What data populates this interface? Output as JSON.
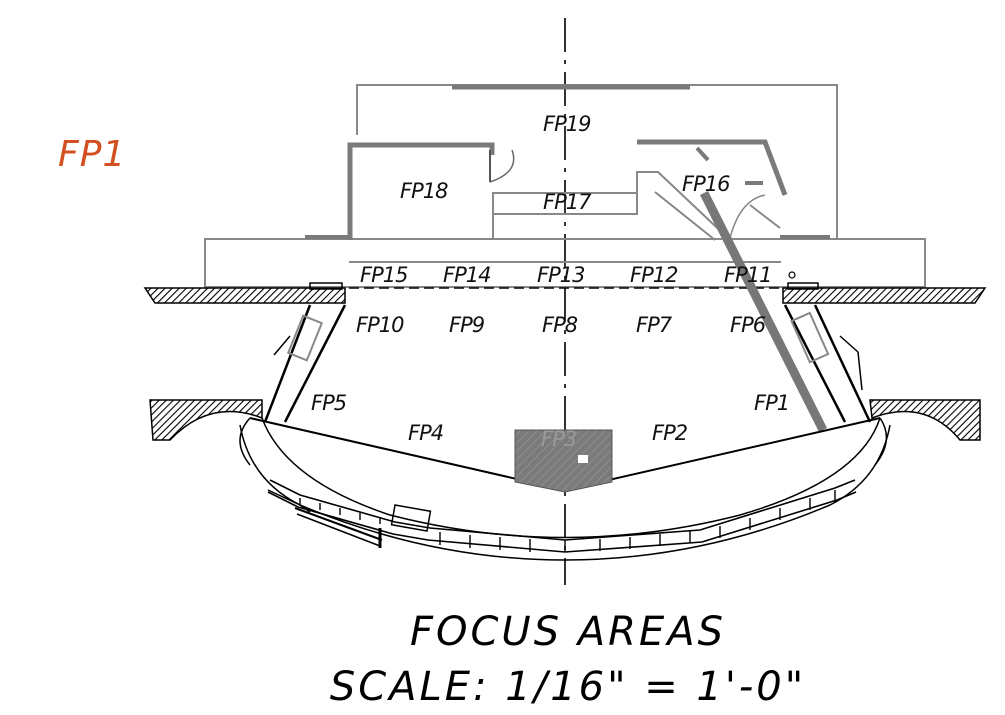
{
  "drawing": {
    "header_label": "FP1",
    "header_color": "#d2501f",
    "title": "FOCUS AREAS",
    "scale": "SCALE: 1/16\" = 1'-0\"",
    "areas": {
      "fp1": "FP1",
      "fp2": "FP2",
      "fp3": "FP3",
      "fp4": "FP4",
      "fp5": "FP5",
      "fp6": "FP6",
      "fp7": "FP7",
      "fp8": "FP8",
      "fp9": "FP9",
      "fp10": "FP10",
      "fp11": "FP11",
      "fp12": "FP12",
      "fp13": "FP13",
      "fp14": "FP14",
      "fp15": "FP15",
      "fp16": "FP16",
      "fp17": "FP17",
      "fp18": "FP18",
      "fp19": "FP19"
    }
  }
}
